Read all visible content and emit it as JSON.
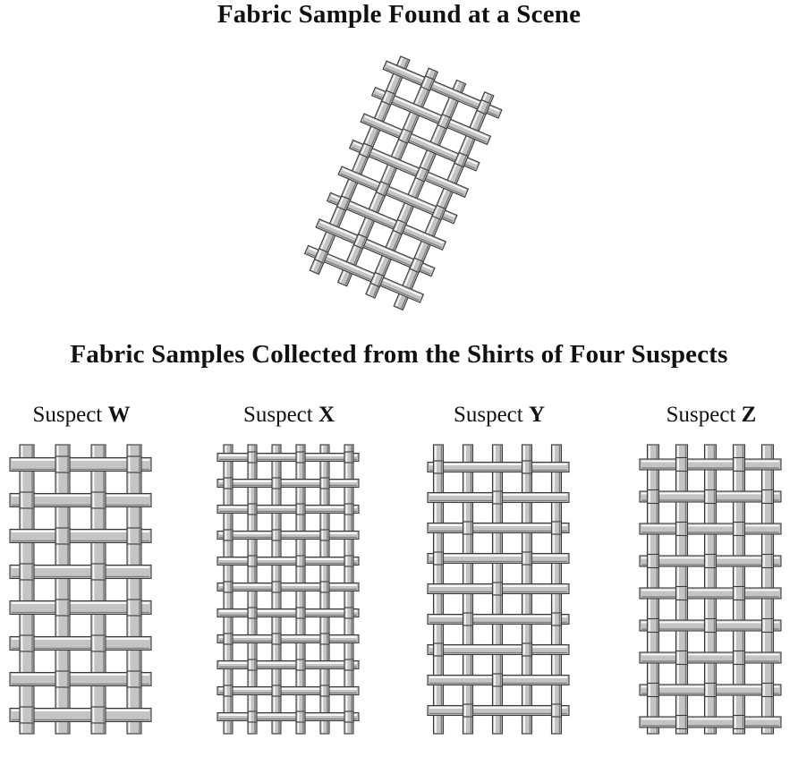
{
  "scene_title": "Fabric Sample Found at a Scene",
  "suspects_title": "Fabric Samples Collected from the Shirts of Four Suspects",
  "suspects": [
    {
      "prefix": "Suspect ",
      "letter": "W"
    },
    {
      "prefix": "Suspect ",
      "letter": "X"
    },
    {
      "prefix": "Suspect ",
      "letter": "Y"
    },
    {
      "prefix": "Suspect ",
      "letter": "Z"
    }
  ],
  "colors": {
    "thread_fill": "#c4c4c4",
    "thread_highlight": "#ffffff",
    "thread_shadow": "#7a7a7a",
    "outline": "#3a3a3a"
  }
}
